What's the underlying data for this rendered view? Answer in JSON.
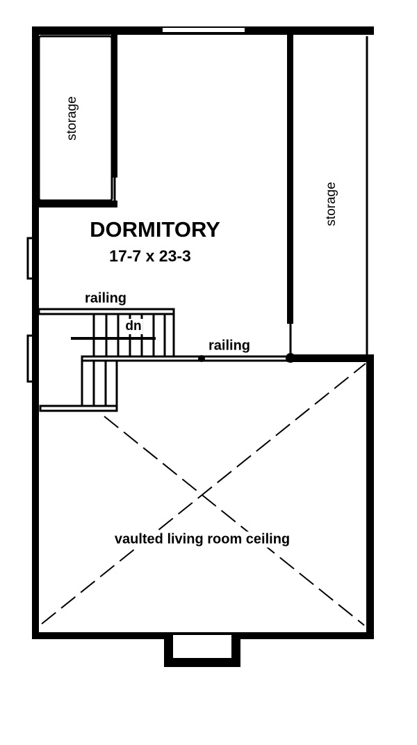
{
  "rooms": {
    "dormitory": {
      "name": "DORMITORY",
      "dimensions": "17-7 x 23-3"
    },
    "storage_left": "storage",
    "storage_right": "storage",
    "railing_upper": "railing",
    "railing_lower": "railing",
    "stairs": "dn",
    "vaulted": "vaulted living room ceiling"
  },
  "colors": {
    "ink": "#000000",
    "paper": "#ffffff"
  }
}
